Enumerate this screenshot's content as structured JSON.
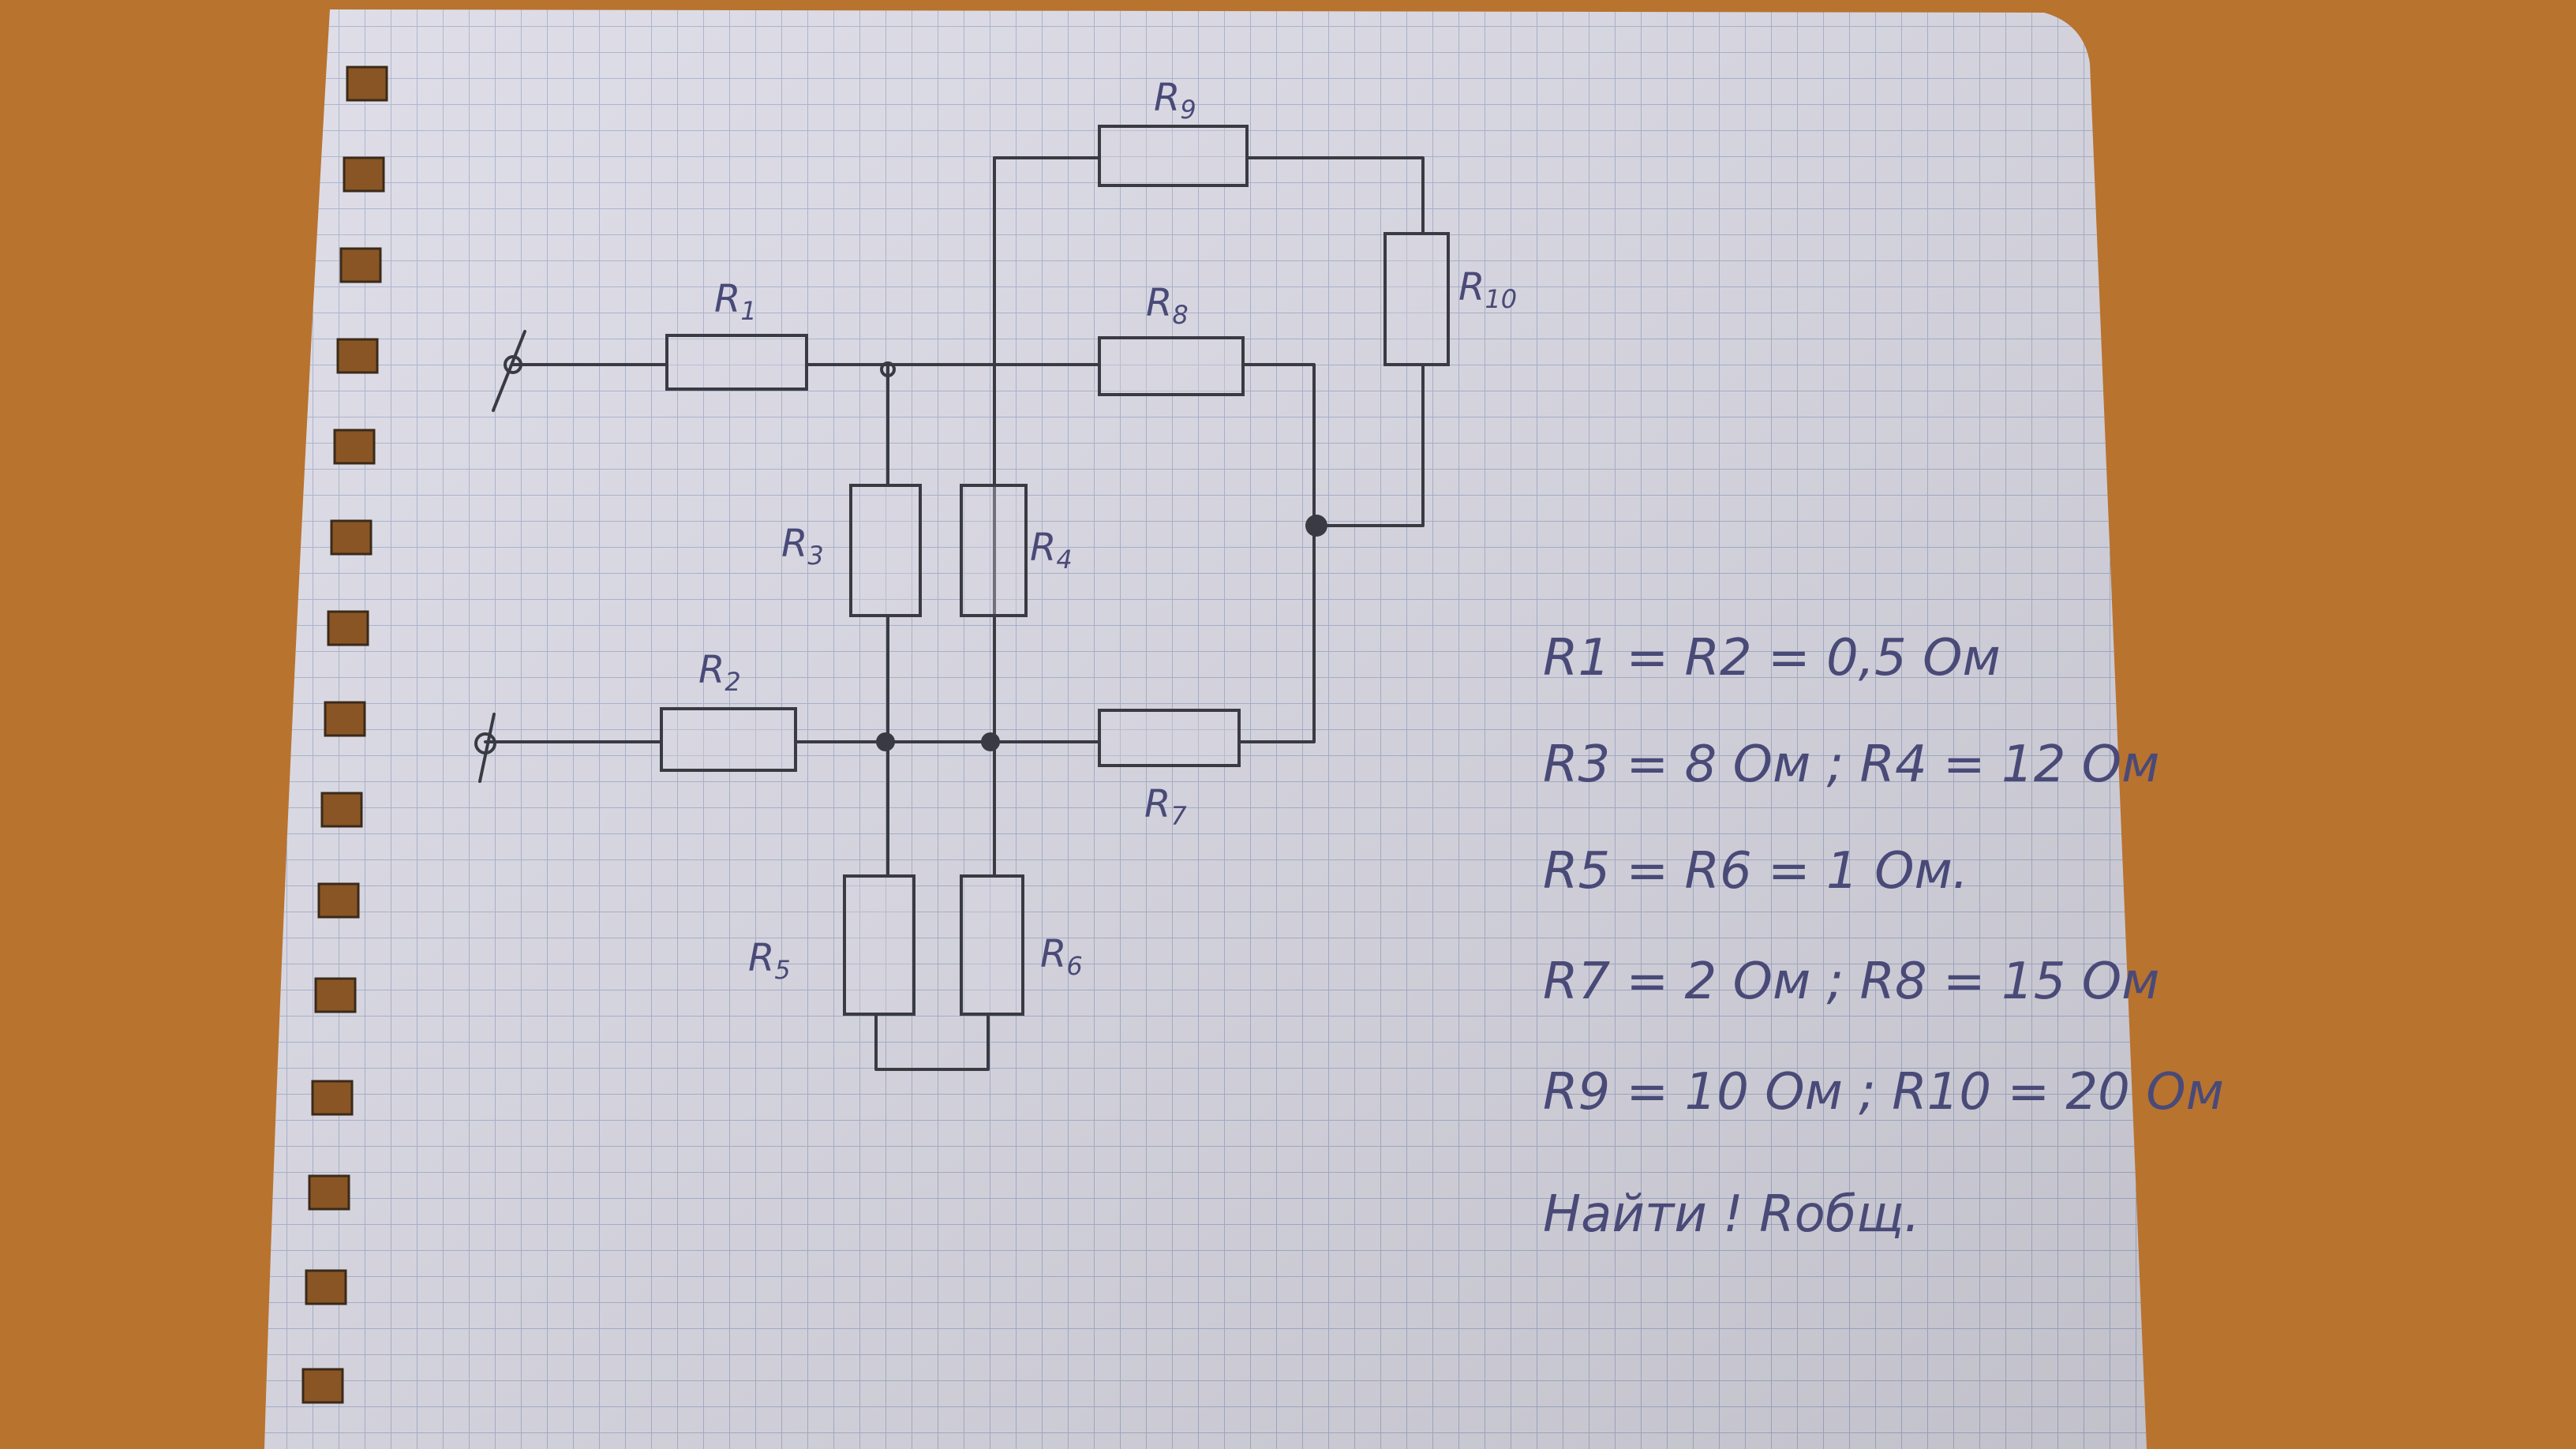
{
  "labels": {
    "r1": [
      "R",
      "1"
    ],
    "r2": [
      "R",
      "2"
    ],
    "r3": [
      "R",
      "3"
    ],
    "r4": [
      "R",
      "4"
    ],
    "r5": [
      "R",
      "5"
    ],
    "r6": [
      "R",
      "6"
    ],
    "r7": [
      "R",
      "7"
    ],
    "r8": [
      "R",
      "8"
    ],
    "r9": [
      "R",
      "9"
    ],
    "r10": [
      "R",
      "10"
    ]
  },
  "notes": [
    "R1 = R2 = 0,5 Ом",
    "R3 = 8 Ом ; R4 = 12 Ом",
    "R5 = R6 = 1 Ом.",
    "R7 = 2 Ом ; R8 = 15 Ом",
    "R9 = 10 Ом ; R10 = 20 Ом",
    "Найти ! Rобщ."
  ],
  "colors": {
    "table": "#b8732f",
    "paper": "#dcdbe6",
    "grid": "#a8b1cc",
    "pencil": "#3a3a42",
    "ink": "#4a4a78"
  }
}
